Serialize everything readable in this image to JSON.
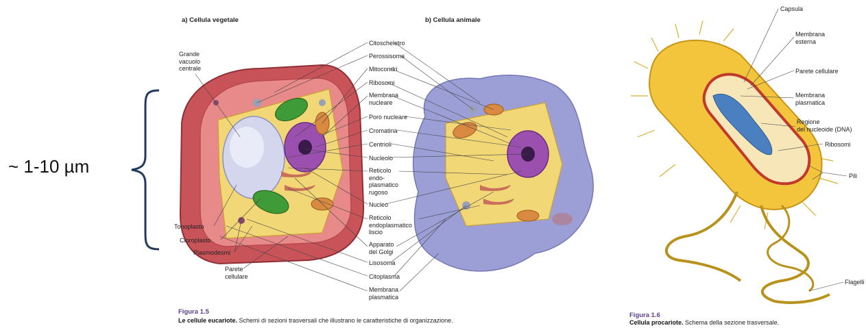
{
  "scale_label": "~ 1-10 µm",
  "eukaryote": {
    "panel_a_title": "a) Cellula vegetale",
    "panel_b_title": "b) Cellula animale",
    "left_labels": {
      "vacuole": "Grande\nvacuolo\ncentrale",
      "tonoplast": "Tonoplasto",
      "chloroplast": "Cloroplasto",
      "plasmodesmata": "Plasmodesmi",
      "cell_wall": "Parete\ncellulare"
    },
    "center_labels": [
      "Citoscheletro",
      "Perossisoma",
      "Mitocondri",
      "Ribosomi",
      "Membrana\nnucleare",
      "Poro nucleare",
      "Cromatina",
      "Centrioli",
      "Nucleolo",
      "Reticolo\nendo-\nplasmatico\nrugoso",
      "Nucleo",
      "Reticolo\nendoplasmatico\nliscio",
      "Apparato\ndel Golgi",
      "Lisosoma",
      "Citoplasma",
      "Membrana\nplasmatica"
    ],
    "figure_number": "Figura 1.5",
    "figure_caption_bold": "Le cellule eucariote.",
    "figure_caption_text": " Schemi di sezioni trasversali che illustrano le caratteristiche di organizzazione."
  },
  "prokaryote": {
    "labels": {
      "capsule": "Capsula",
      "outer_membrane": "Membrana\nesterna",
      "cell_wall": "Parete cellulare",
      "plasma_membrane": "Membrana\nplasmatica",
      "nucleoid": "Regione\ndel nucleoide (DNA)",
      "ribosomes": "Ribosomi",
      "pili": "Pili",
      "flagella": "Flagelli"
    },
    "figure_number": "Figura 1.6",
    "figure_caption_bold": "Cellula procariote.",
    "figure_caption_text": " Schema della sezione trasversale."
  }
}
